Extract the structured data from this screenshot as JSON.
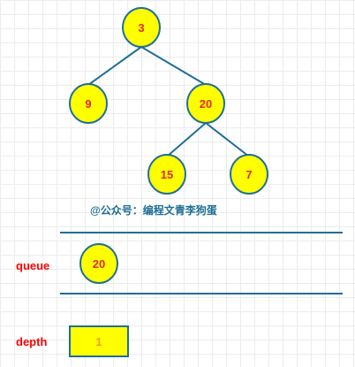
{
  "colors": {
    "node_fill": "#ffff00",
    "node_stroke": "#1f6e96",
    "node_text": "#e8281e",
    "edge": "#1f6e96",
    "label_red": "#ff0000",
    "watermark": "#1f6e96",
    "depth_text": "#f0a020"
  },
  "tree": {
    "root": "3",
    "left": "9",
    "right": "20",
    "right_left": "15",
    "right_right": "7"
  },
  "watermark": "@公众号：编程文青李狗蛋",
  "queue": {
    "label": "queue",
    "items": [
      "20"
    ]
  },
  "depth": {
    "label": "depth",
    "value": "1"
  }
}
